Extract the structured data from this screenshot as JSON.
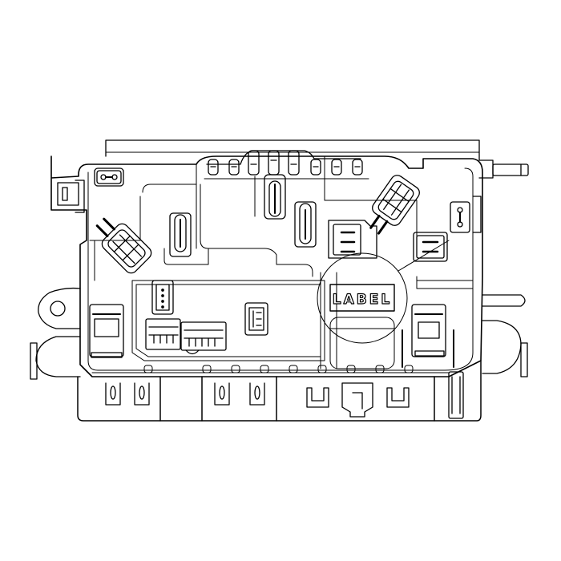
{
  "diagram": {
    "type": "technical line drawing",
    "subject": "electronic control module (top view)",
    "label_marker": {
      "text": "LABEL"
    },
    "colors": {
      "line": "#000000",
      "background": "#ffffff"
    },
    "components": [
      {
        "id": "top-connector-bank",
        "count": 8
      },
      {
        "id": "angled-connector-left"
      },
      {
        "id": "angled-connector-right"
      },
      {
        "id": "vertical-connector-left"
      },
      {
        "id": "vertical-connector-center-left"
      },
      {
        "id": "vertical-connector-center"
      },
      {
        "id": "square-connector-top-right"
      },
      {
        "id": "square-connector-right"
      },
      {
        "id": "small-header-4pin"
      },
      {
        "id": "header-8pin"
      },
      {
        "id": "header-12pin"
      },
      {
        "id": "header-small-right"
      },
      {
        "id": "relay-left"
      },
      {
        "id": "relay-right"
      },
      {
        "id": "mounting-ear-left"
      },
      {
        "id": "mounting-tab-right"
      },
      {
        "id": "bottom-latches",
        "count": 3
      }
    ]
  }
}
